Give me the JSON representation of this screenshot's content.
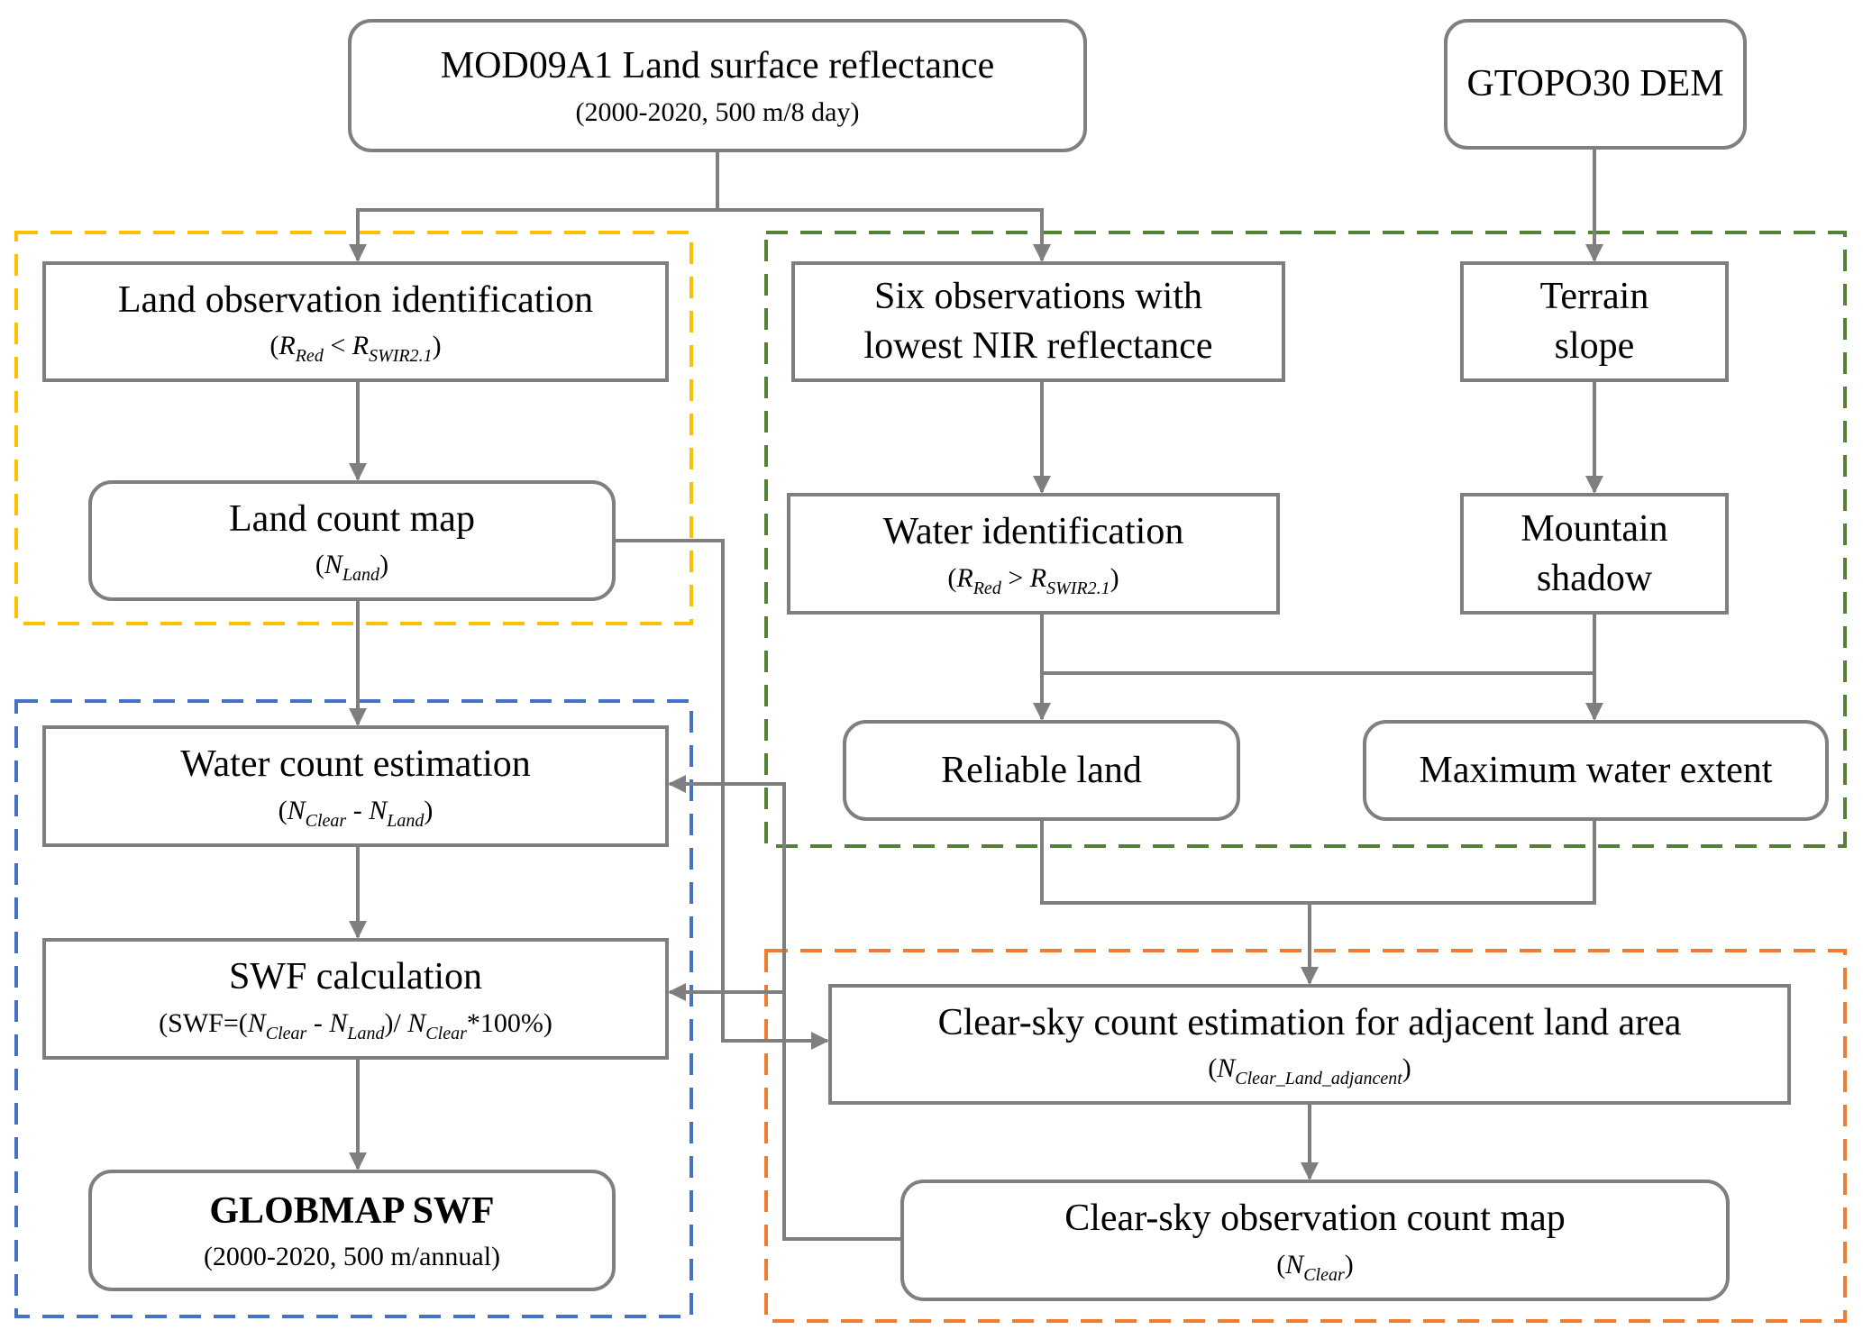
{
  "diagram": {
    "type": "flowchart",
    "colors": {
      "connector": "#7f7f7f",
      "group_land": "#ffc000",
      "group_water": "#548235",
      "group_swf": "#4472c4",
      "group_clear": "#ed7d31"
    },
    "groups": [
      {
        "id": "land",
        "color": "#ffc000"
      },
      {
        "id": "water-extent",
        "color": "#548235"
      },
      {
        "id": "swf",
        "color": "#4472c4"
      },
      {
        "id": "clear-sky",
        "color": "#ed7d31"
      }
    ],
    "nodes": {
      "mod09a1": {
        "title": "MOD09A1 Land surface reflectance",
        "sub": "(2000-2020, 500 m/8 day)"
      },
      "gtopo30": {
        "title": "GTOPO30 DEM"
      },
      "land_obs": {
        "title": "Land observation identification",
        "sub": {
          "open": "(",
          "a": "R",
          "a_sub": "Red",
          "op": " < ",
          "b": "R",
          "b_sub": "SWIR2.1",
          "close": ")"
        }
      },
      "land_count": {
        "title": "Land count map",
        "sub": {
          "open": "(",
          "a": "N",
          "a_sub": "Land",
          "close": ")"
        }
      },
      "six_obs": {
        "title_line1": "Six observations with",
        "title_line2": "lowest NIR reflectance"
      },
      "terrain": {
        "title_line1": "Terrain",
        "title_line2": "slope"
      },
      "water_id": {
        "title": "Water identification",
        "sub": {
          "open": "(",
          "a": "R",
          "a_sub": "Red",
          "op": " > ",
          "b": "R",
          "b_sub": "SWIR2.1",
          "close": ")"
        }
      },
      "mountain": {
        "title_line1": "Mountain",
        "title_line2": "shadow"
      },
      "reliable": {
        "title": "Reliable land"
      },
      "max_water": {
        "title": "Maximum water extent"
      },
      "water_count": {
        "title": "Water count estimation",
        "sub": {
          "open": "(",
          "a": "N",
          "a_sub": "Clear",
          "op": " - ",
          "b": "N",
          "b_sub": "Land",
          "close": ")"
        }
      },
      "swf_calc": {
        "title": "SWF calculation",
        "sub": {
          "prefix": "(SWF=(",
          "a": "N",
          "a_sub": "Clear",
          "op": " - ",
          "b": "N",
          "b_sub": "Land",
          "mid": ")/ ",
          "c": "N",
          "c_sub": "Clear",
          "suffix": "*100%)"
        }
      },
      "globmap": {
        "title": "GLOBMAP SWF",
        "sub": "(2000-2020, 500 m/annual)"
      },
      "clear_est": {
        "title": "Clear-sky count estimation for adjacent land area",
        "sub": {
          "open": "(",
          "a": "N",
          "a_sub": "Clear_Land_adjancent",
          "close": ")"
        }
      },
      "clear_map": {
        "title": "Clear-sky observation count map",
        "sub": {
          "open": "(",
          "a": "N",
          "a_sub": "Clear",
          "close": ")"
        }
      }
    }
  }
}
